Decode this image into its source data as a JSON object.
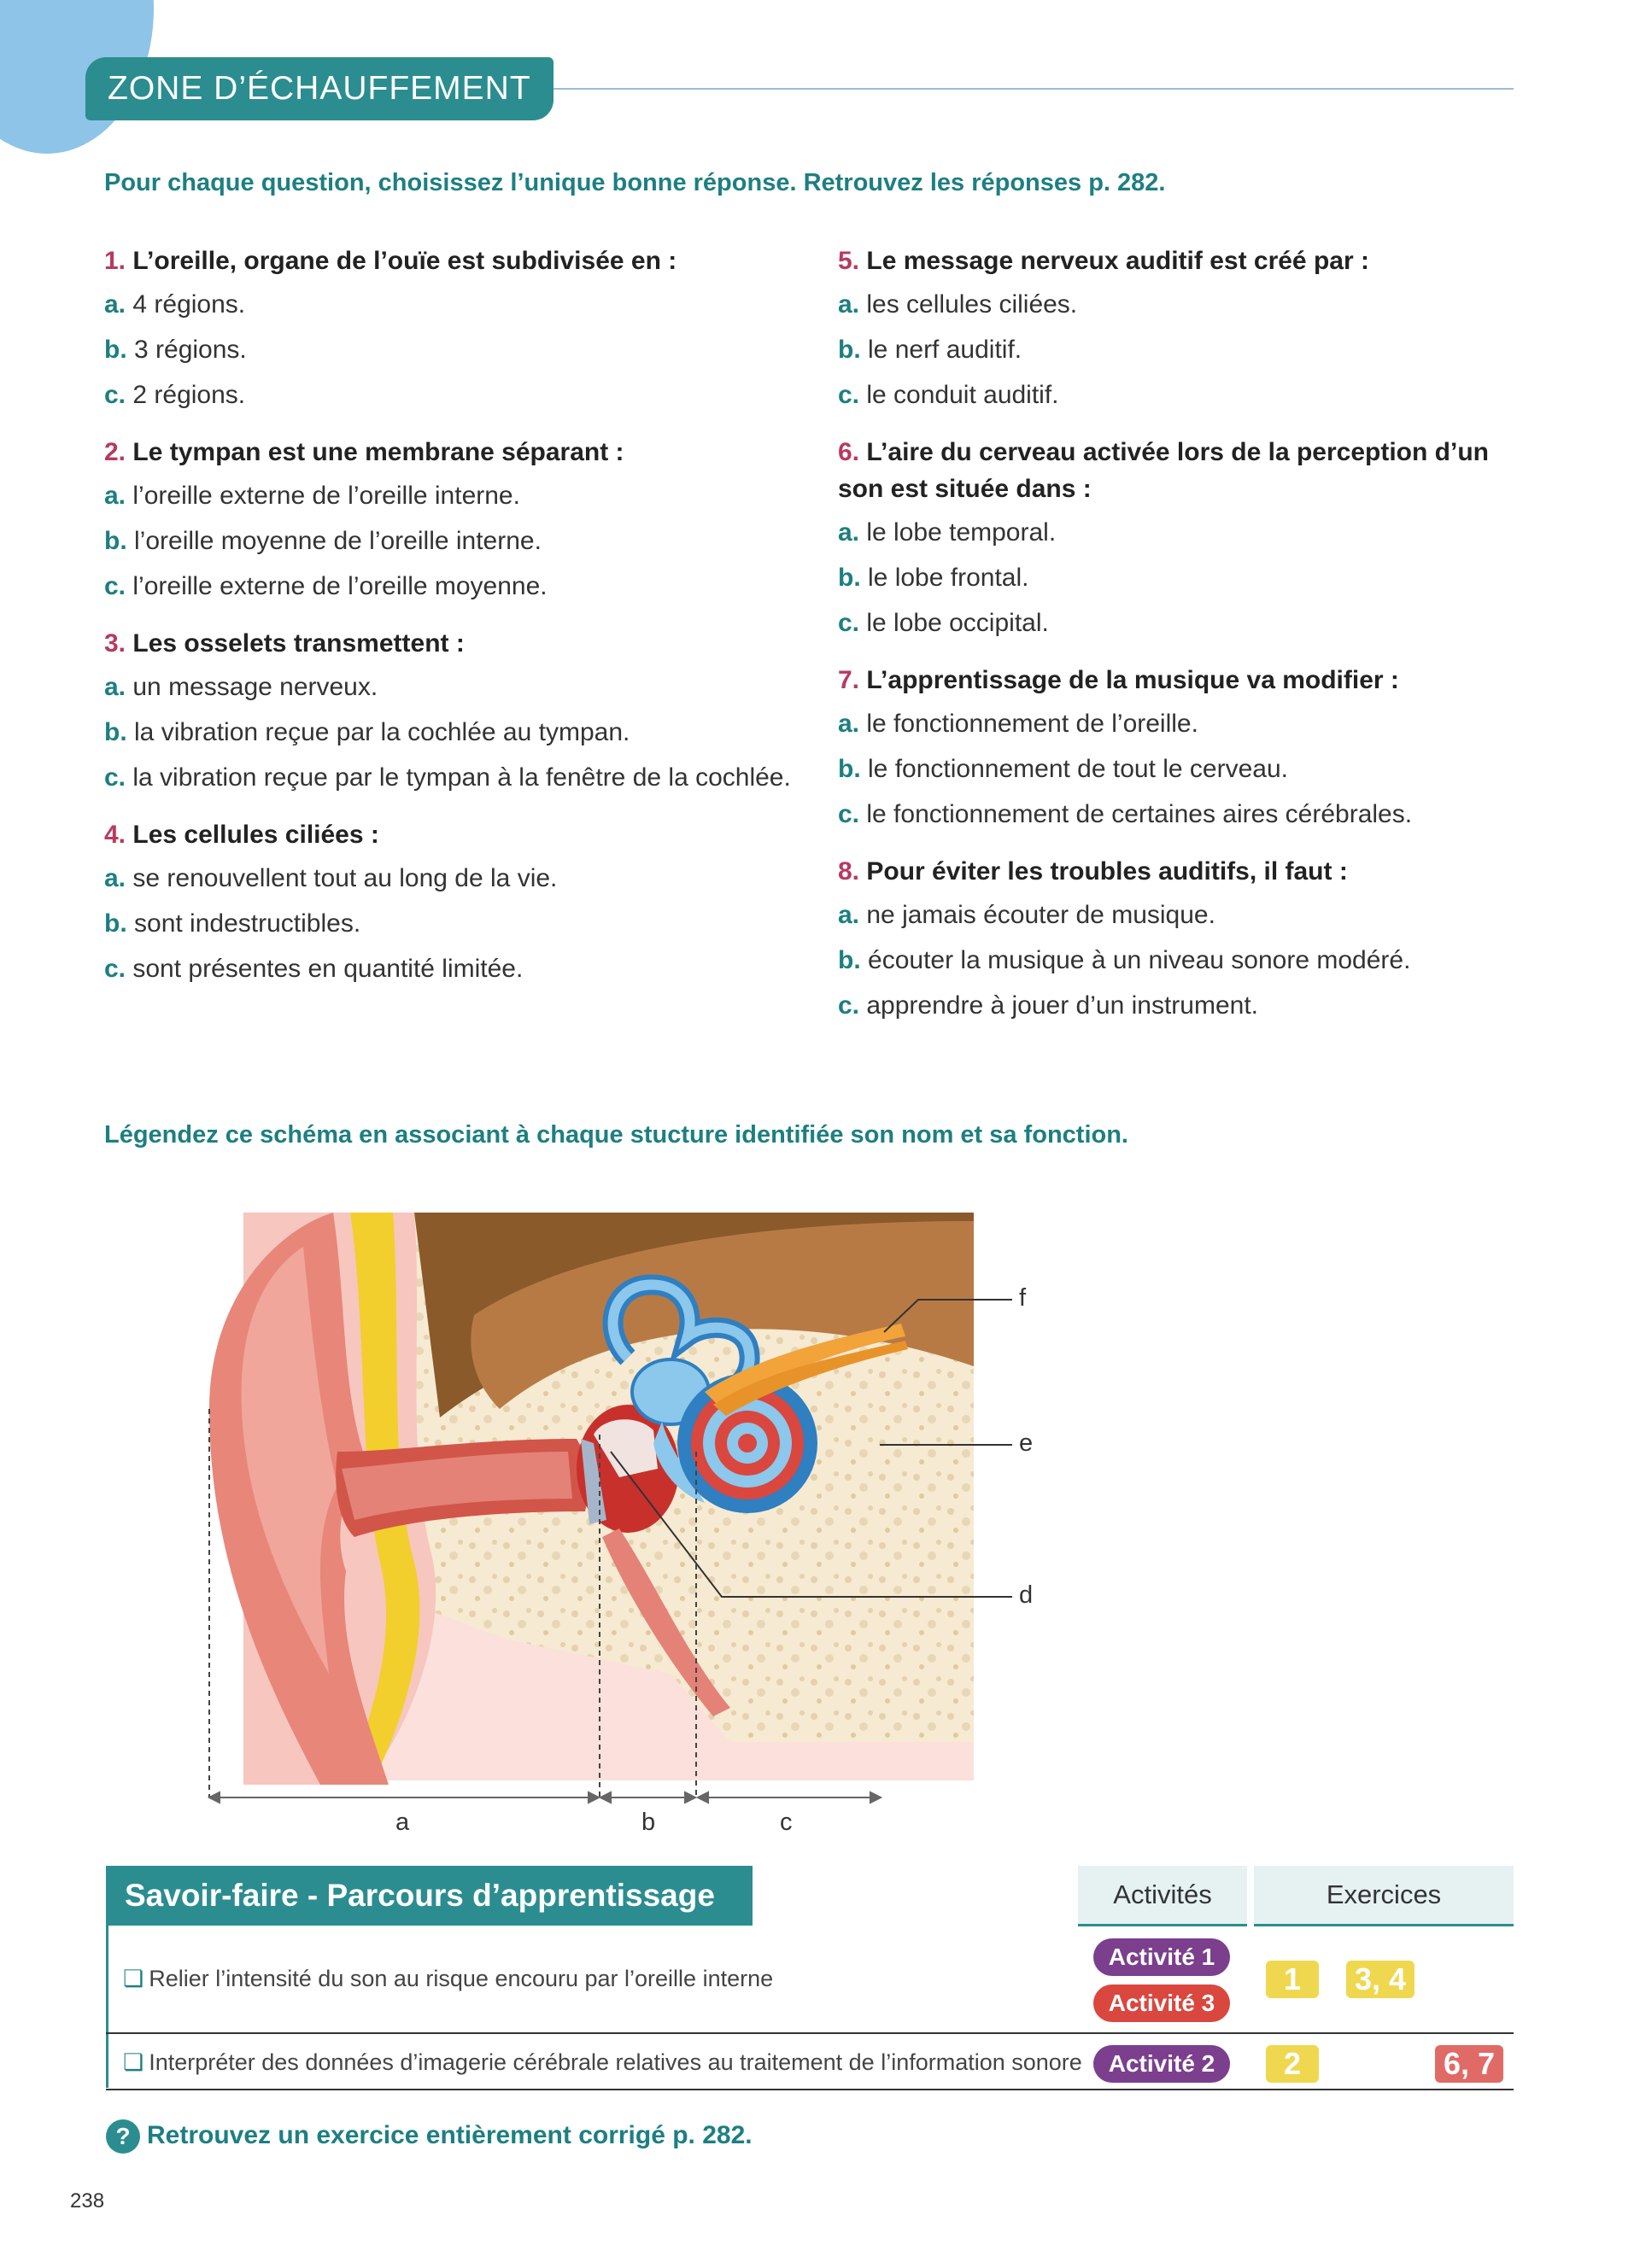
{
  "header": {
    "title": "ZONE D’ÉCHAUFFEMENT"
  },
  "intro": "Pour chaque question, choisissez l’unique bonne réponse. Retrouvez les réponses p. 282.",
  "questions": [
    {
      "num": "1.",
      "text": "L’oreille, organe de l’ouïe est subdivisée en :",
      "options": [
        {
          "letter": "a.",
          "text": "4 régions."
        },
        {
          "letter": "b.",
          "text": "3 régions."
        },
        {
          "letter": "c.",
          "text": "2 régions."
        }
      ]
    },
    {
      "num": "2.",
      "text": "Le tympan est une membrane séparant :",
      "options": [
        {
          "letter": "a.",
          "text": "l’oreille externe de l’oreille interne."
        },
        {
          "letter": "b.",
          "text": "l’oreille moyenne de l’oreille interne."
        },
        {
          "letter": "c.",
          "text": "l’oreille externe de l’oreille moyenne."
        }
      ]
    },
    {
      "num": "3.",
      "text": "Les osselets transmettent :",
      "options": [
        {
          "letter": "a.",
          "text": "un message nerveux."
        },
        {
          "letter": "b.",
          "text": "la vibration reçue par la cochlée au tympan."
        },
        {
          "letter": "c.",
          "text": "la vibration reçue par le tympan à la fenêtre de la cochlée."
        }
      ]
    },
    {
      "num": "4.",
      "text": "Les cellules ciliées :",
      "options": [
        {
          "letter": "a.",
          "text": "se renouvellent tout au long de la vie."
        },
        {
          "letter": "b.",
          "text": "sont indestructibles."
        },
        {
          "letter": "c.",
          "text": "sont présentes en quantité limitée."
        }
      ]
    },
    {
      "num": "5.",
      "text": "Le message nerveux auditif est créé par :",
      "options": [
        {
          "letter": "a.",
          "text": "les cellules ciliées."
        },
        {
          "letter": "b.",
          "text": "le nerf auditif."
        },
        {
          "letter": "c.",
          "text": "le conduit auditif."
        }
      ]
    },
    {
      "num": "6.",
      "text": "L’aire du cerveau activée lors de la perception d’un son est située dans :",
      "options": [
        {
          "letter": "a.",
          "text": "le lobe temporal."
        },
        {
          "letter": "b.",
          "text": "le lobe frontal."
        },
        {
          "letter": "c.",
          "text": "le lobe occipital."
        }
      ]
    },
    {
      "num": "7.",
      "text": "L’apprentissage de la musique va modifier :",
      "options": [
        {
          "letter": "a.",
          "text": "le fonctionnement de l’oreille."
        },
        {
          "letter": "b.",
          "text": "le fonctionnement de tout le cerveau."
        },
        {
          "letter": "c.",
          "text": "le fonctionnement de certaines aires cérébrales."
        }
      ]
    },
    {
      "num": "8.",
      "text": "Pour éviter les troubles auditifs, il faut :",
      "options": [
        {
          "letter": "a.",
          "text": "ne jamais écouter de musique."
        },
        {
          "letter": "b.",
          "text": "écouter la musique à un niveau sonore modéré."
        },
        {
          "letter": "c.",
          "text": "apprendre à jouer d’un instrument."
        }
      ]
    }
  ],
  "legend_instruction": "Légendez ce schéma en associant à chaque stucture identifiée son nom et sa fonction.",
  "diagram_labels": {
    "a": "a",
    "b": "b",
    "c": "c",
    "d": "d",
    "e": "e",
    "f": "f"
  },
  "savoir_faire": {
    "title": "Savoir-faire - Parcours d’apprentissage",
    "col_activites": "Activités",
    "col_exercices": "Exercices",
    "rows": [
      {
        "text": "Relier l’intensité du son au risque encouru par l’oreille interne",
        "activities": [
          "Activité 1",
          "Activité 3"
        ],
        "ex_yellow_1": "1",
        "ex_yellow_2": "3, 4"
      },
      {
        "text": "Interpréter des données d’imagerie cérébrale relatives au traitement de l’information sonore",
        "activities": [
          "Activité 2"
        ],
        "ex_yellow_1": "2",
        "ex_red": "6, 7"
      }
    ],
    "colors": {
      "teal": "#2b8d8f",
      "purple": "#7b3f8e",
      "red": "#d9473f",
      "yellow": "#efd84f"
    }
  },
  "help": {
    "icon": "?",
    "text": "Retrouvez un exercice entièrement corrigé p. 282."
  },
  "page_number": "238"
}
